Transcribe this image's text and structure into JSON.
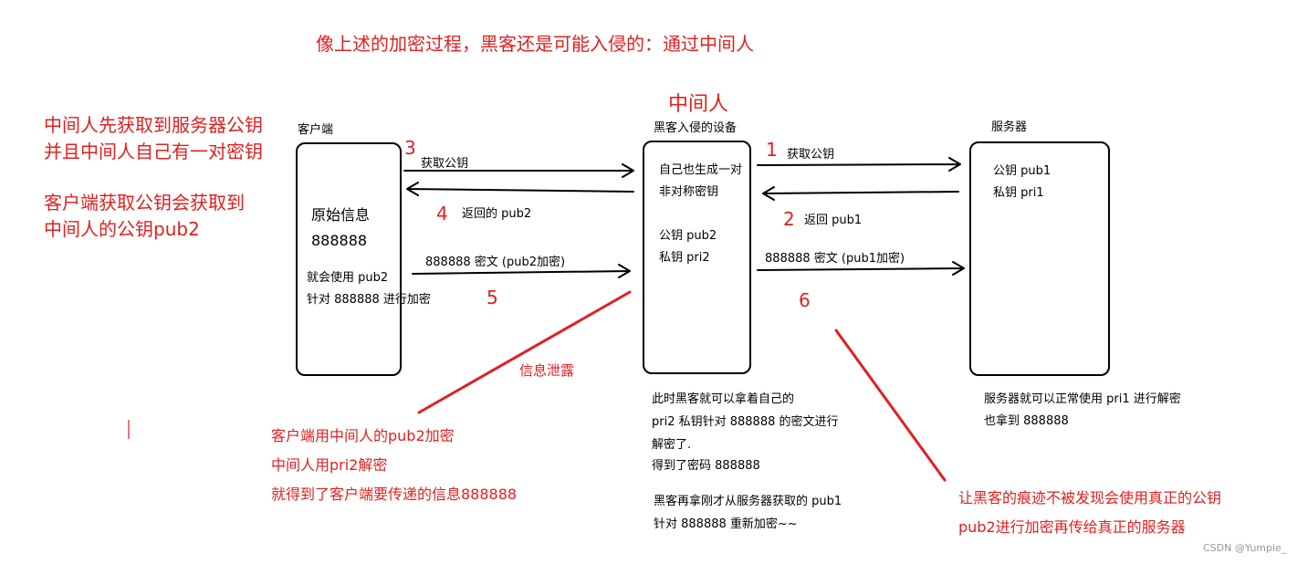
{
  "title": "像上述的加密过程，黑客还是可能入侵的：通过中间人",
  "mitm_label": "中间人",
  "client": {
    "label": "客户端",
    "original_line1": "原始信息",
    "original_line2": "888888",
    "use_line1": "就会使用 pub2",
    "use_line2": "针对 888888 进行加密"
  },
  "hacker": {
    "label": "黑客入侵的设备",
    "gen_line1": "自己也生成一对",
    "gen_line2": "非对称密钥",
    "pub": "公钥 pub2",
    "pri": "私钥 pri2"
  },
  "server": {
    "label": "服务器",
    "pub": "公钥 pub1",
    "pri": "私钥 pri1"
  },
  "left_notes": {
    "line1": "中间人先获取到服务器公钥",
    "line2": "并且中间人自己有一对密钥",
    "line3": "客户端获取公钥会获取到",
    "line4": "中间人的公钥pub2"
  },
  "arrows": {
    "get_pubkey_left": "获取公钥",
    "return_pub2": "返回的 pub2",
    "cipher_pub2": "888888 密文   (pub2加密)",
    "get_pubkey_right": "获取公钥",
    "return_pub1": "返回 pub1",
    "cipher_pub1": "888888 密文 (pub1加密)"
  },
  "step_numbers": {
    "s1": "1",
    "s2": "2",
    "s3": "3",
    "s4": "4",
    "s5": "5",
    "s6": "6"
  },
  "leak_label": "信息泄露",
  "client_mitm_note": {
    "line1": "客户端用中间人的pub2加密",
    "line2": "中间人用pri2解密",
    "line3": "就得到了客户端要传递的信息888888"
  },
  "hacker_note": {
    "line1": "此时黑客就可以拿着自己的",
    "line2": "pri2 私钥针对 888888 的密文进行",
    "line3": "解密了.",
    "line4": "得到了密码 888888",
    "line5": "黑客再拿刚才从服务器获取的 pub1",
    "line6": "针对 888888 重新加密~~"
  },
  "server_note": {
    "line1": "服务器就可以正常使用 pri1 进行解密",
    "line2": "也拿到 888888"
  },
  "bottom_right_note": {
    "line1": "让黑客的痕迹不被发现会使用真正的公钥",
    "line2": "pub2进行加密再传给真正的服务器"
  },
  "watermark": "CSDN @Yumpie_",
  "colors": {
    "annotation": "#e02020",
    "ink": "#000000"
  }
}
